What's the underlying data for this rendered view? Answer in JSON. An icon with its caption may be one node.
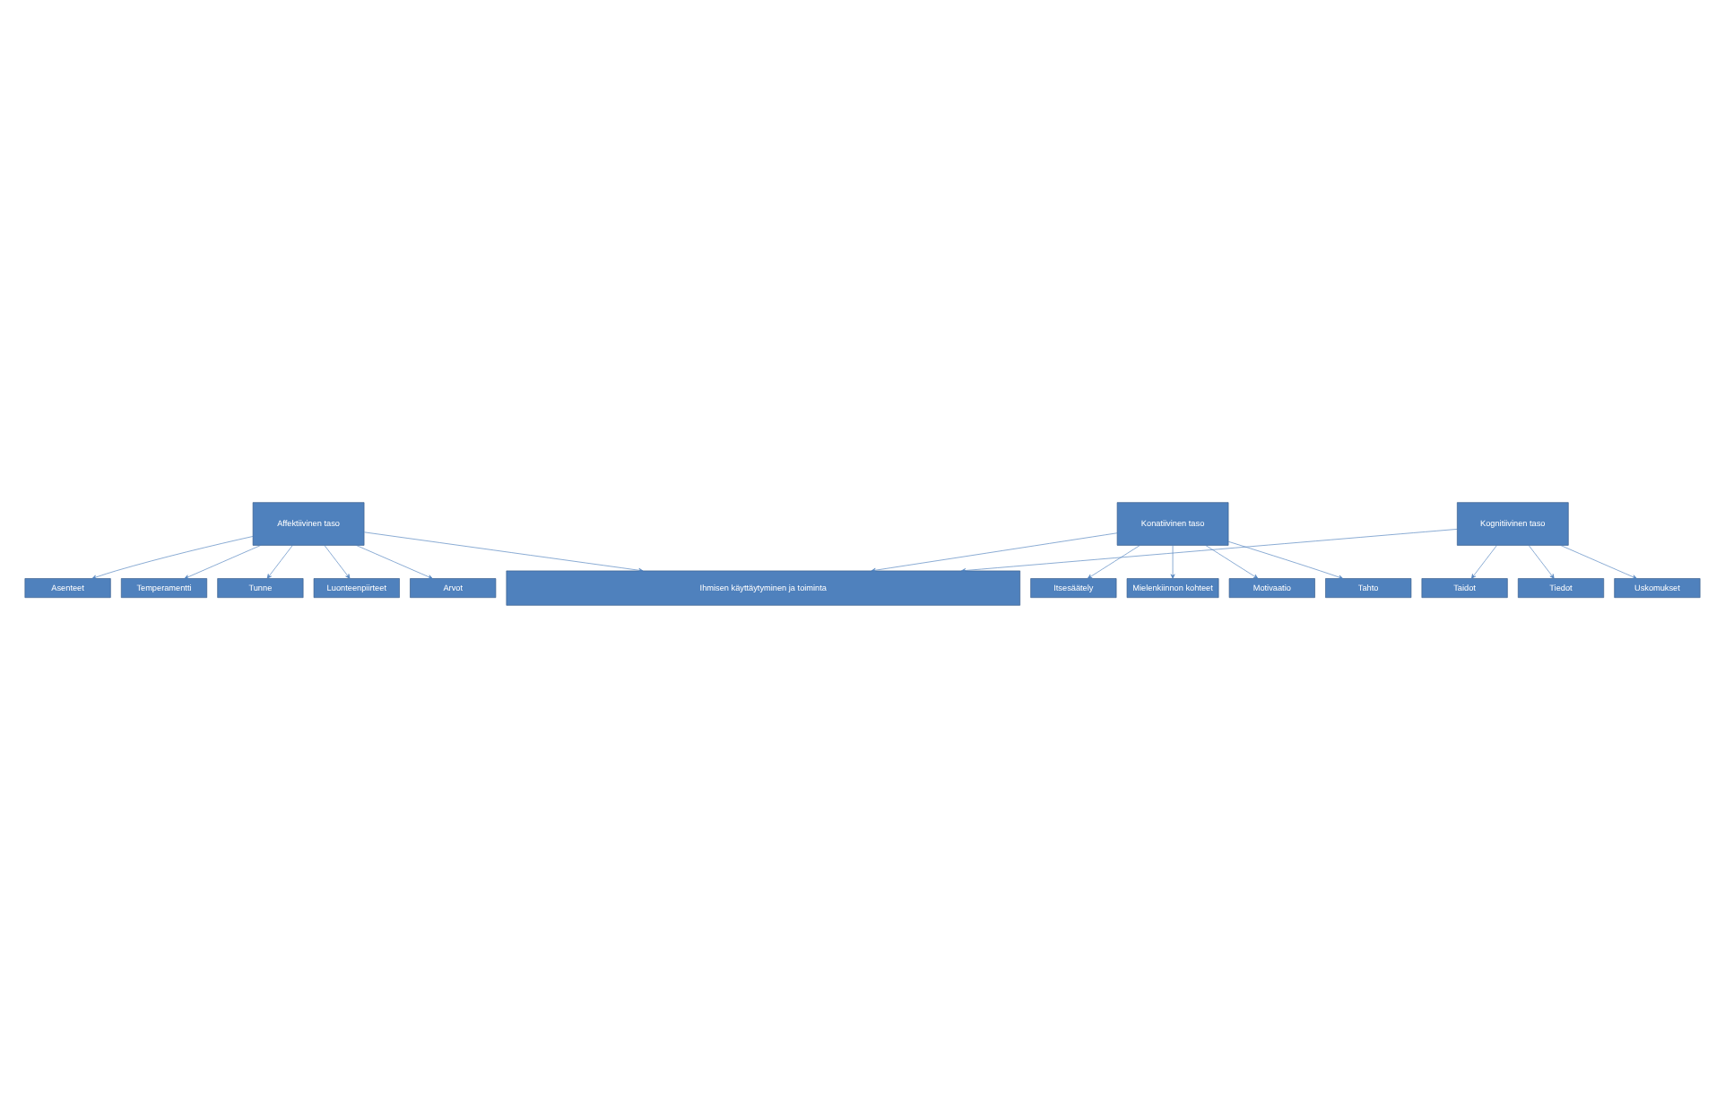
{
  "diagram": {
    "nodes": [
      {
        "text": [
          "Affektiivinen taso"
        ]
      },
      {
        "text": [
          "Temperamentti"
        ]
      },
      {
        "text": [
          "Tunne"
        ]
      },
      {
        "text": [
          "Luonteenpiirteet"
        ]
      },
      {
        "text": [
          "Arvot"
        ]
      },
      {
        "text": [
          "Asenteet"
        ]
      },
      {
        "text": [
          "Konatiivinen taso"
        ]
      },
      {
        "text": [
          "Motivaatio"
        ]
      },
      {
        "text": [
          "Tahto"
        ]
      },
      {
        "text": [
          "Itsesäätely"
        ]
      },
      {
        "text": [
          "Mielenkiinnon kohteet"
        ]
      },
      {
        "text": [
          "Kognitiivinen taso"
        ]
      },
      {
        "text": [
          "Taidot"
        ]
      },
      {
        "text": [
          "Tiedot"
        ]
      },
      {
        "text": [
          "Uskomukset"
        ]
      },
      {
        "text": [
          "Ihmisen käyttäytyminen ja toiminta"
        ]
      }
    ],
    "edges": [
      {
        "from": 0,
        "to": 1,
        "arrow": "to"
      },
      {
        "from": 0,
        "to": 2,
        "arrow": "to"
      },
      {
        "from": 0,
        "to": 3,
        "arrow": "to"
      },
      {
        "from": 0,
        "to": 4,
        "arrow": "to"
      },
      {
        "from": 0,
        "to": 5,
        "arrow": "to"
      },
      {
        "from": 0,
        "to": 15,
        "arrow": "to"
      },
      {
        "from": 6,
        "to": 7,
        "arrow": "to"
      },
      {
        "from": 6,
        "to": 8,
        "arrow": "to"
      },
      {
        "from": 6,
        "to": 9,
        "arrow": "to"
      },
      {
        "from": 6,
        "to": 10,
        "arrow": "to"
      },
      {
        "from": 6,
        "to": 15,
        "arrow": "to"
      },
      {
        "from": 11,
        "to": 12,
        "arrow": "to"
      },
      {
        "from": 11,
        "to": 13,
        "arrow": "to"
      },
      {
        "from": 11,
        "to": 14,
        "arrow": "to"
      },
      {
        "from": 11,
        "to": 15,
        "arrow": "to"
      }
    ]
  }
}
